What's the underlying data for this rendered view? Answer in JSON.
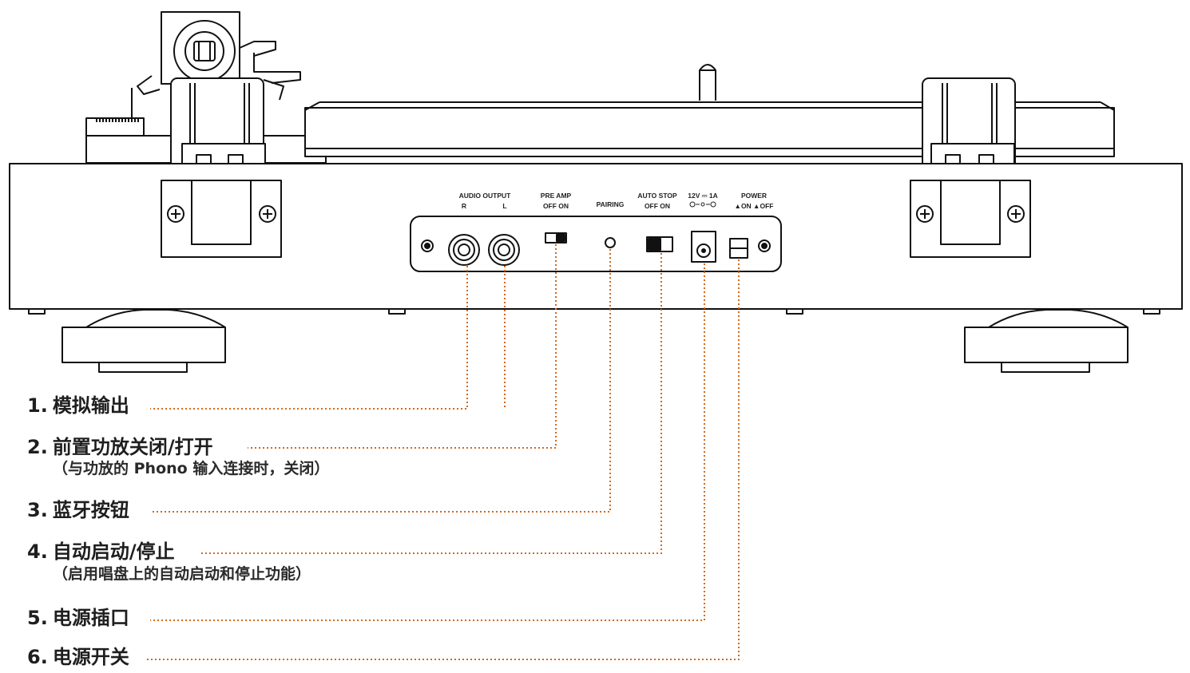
{
  "colors": {
    "line": "#111111",
    "leader": "#d2691e",
    "text": "#1e1e1e"
  },
  "panel": {
    "audio_output": "AUDIO OUTPUT",
    "audio_r": "R",
    "audio_l": "L",
    "pre_amp": "PRE AMP",
    "pre_amp_states": "OFF  ON",
    "pairing": "PAIRING",
    "auto_stop": "AUTO STOP",
    "auto_stop_states": "OFF  ON",
    "dc_rating": "12V ⎓ 1A",
    "power": "POWER",
    "power_states": "▲ON ▲OFF"
  },
  "callouts": [
    {
      "num": "1.",
      "label": "模拟输出"
    },
    {
      "num": "2.",
      "label": "前置功放关闭/打开",
      "note": "（与功放的 Phono 输入连接时，关闭）"
    },
    {
      "num": "3.",
      "label": "蓝牙按钮"
    },
    {
      "num": "4.",
      "label": "自动启动/停止",
      "note": "（启用唱盘上的自动启动和停止功能）"
    },
    {
      "num": "5.",
      "label": "电源插口"
    },
    {
      "num": "6.",
      "label": "电源开关"
    }
  ]
}
